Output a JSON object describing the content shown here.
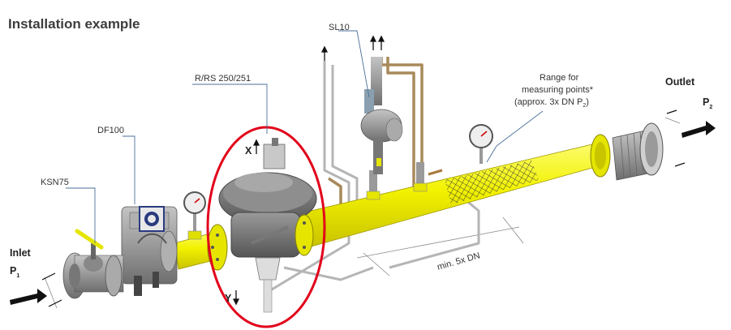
{
  "title": "Installation example",
  "labels": {
    "sl10": "SL10",
    "rrs": "R/RS 250/251",
    "df100": "DF100",
    "ksn75": "KSN75",
    "range_line1": "Range for",
    "range_line2": "measuring points*",
    "range_line3_prefix": "(approx. 3x DN P",
    "range_line3_sub": "2",
    "range_line3_suffix": ")",
    "outlet": "Outlet",
    "p2": "P",
    "p2_sub": "2",
    "inlet": "Inlet",
    "p1": "P",
    "p1_sub": "1",
    "x_mark": "X",
    "y_mark": "Y",
    "min_dn": "min. 5x DN"
  },
  "colors": {
    "pipe_yellow": "#f2f200",
    "highlight_red": "#e2001a",
    "label_line_blue": "#4a6f9a"
  }
}
